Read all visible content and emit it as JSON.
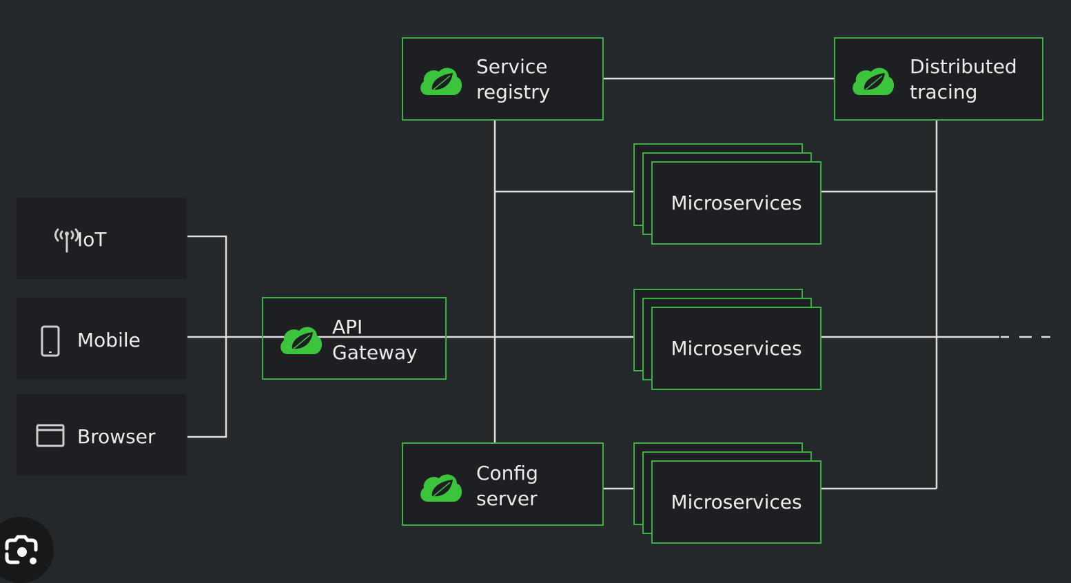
{
  "colors": {
    "background": "#25282b",
    "box": "#1d1f22",
    "accent": "#3cb043",
    "line": "#e0e0e0",
    "text": "#ececec"
  },
  "clients": [
    {
      "label": "IoT",
      "icon": "antenna-icon"
    },
    {
      "label": "Mobile",
      "icon": "mobile-phone-icon"
    },
    {
      "label": "Browser",
      "icon": "browser-window-icon"
    }
  ],
  "gateway": {
    "label": "API\nGateway",
    "icon": "spring-leaf-cloud-icon"
  },
  "service_registry": {
    "label": "Service\nregistry",
    "icon": "spring-leaf-cloud-icon"
  },
  "config_server": {
    "label": "Config\nserver",
    "icon": "spring-leaf-cloud-icon"
  },
  "distributed_tracing": {
    "label": "Distributed\ntracing",
    "icon": "spring-leaf-cloud-icon"
  },
  "microservices": [
    {
      "label": "Microservices"
    },
    {
      "label": "Microservices"
    },
    {
      "label": "Microservices"
    }
  ],
  "overlay": {
    "icon": "google-lens-icon"
  }
}
